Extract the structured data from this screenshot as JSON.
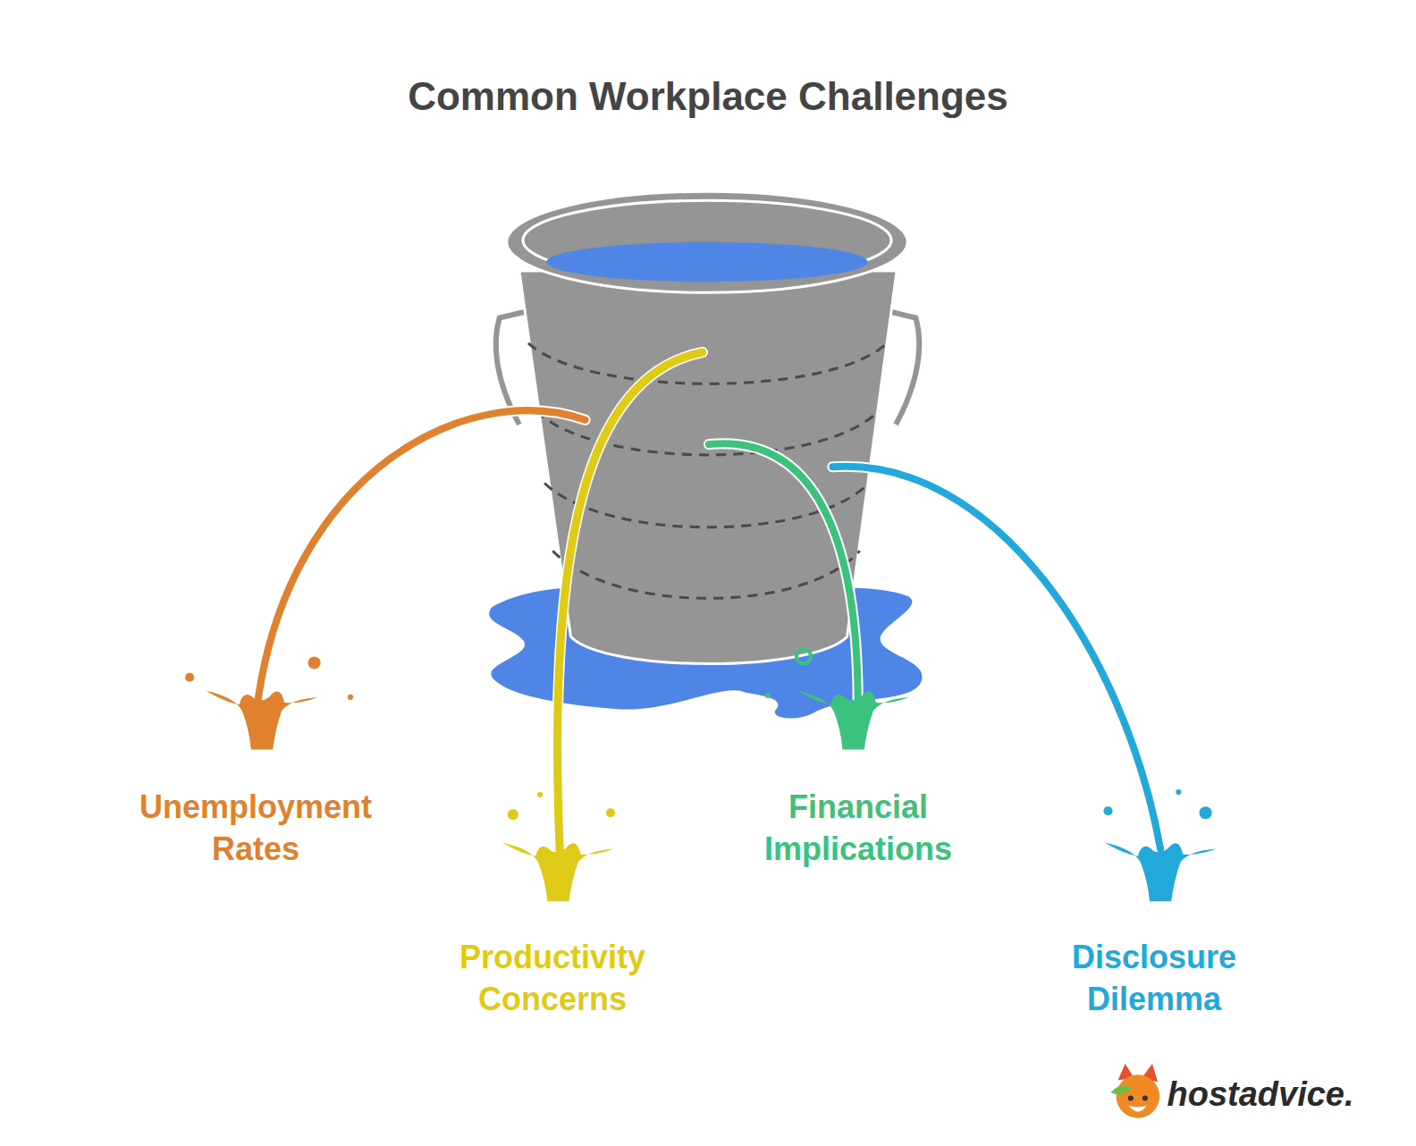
{
  "diagram": {
    "title": "Common Workplace Challenges",
    "labels": [
      "Unemployment Rates",
      "Productivity Concerns",
      "Financial Implications",
      "Disclosure Dilemma",
      "hostadvice."
    ]
  }
}
